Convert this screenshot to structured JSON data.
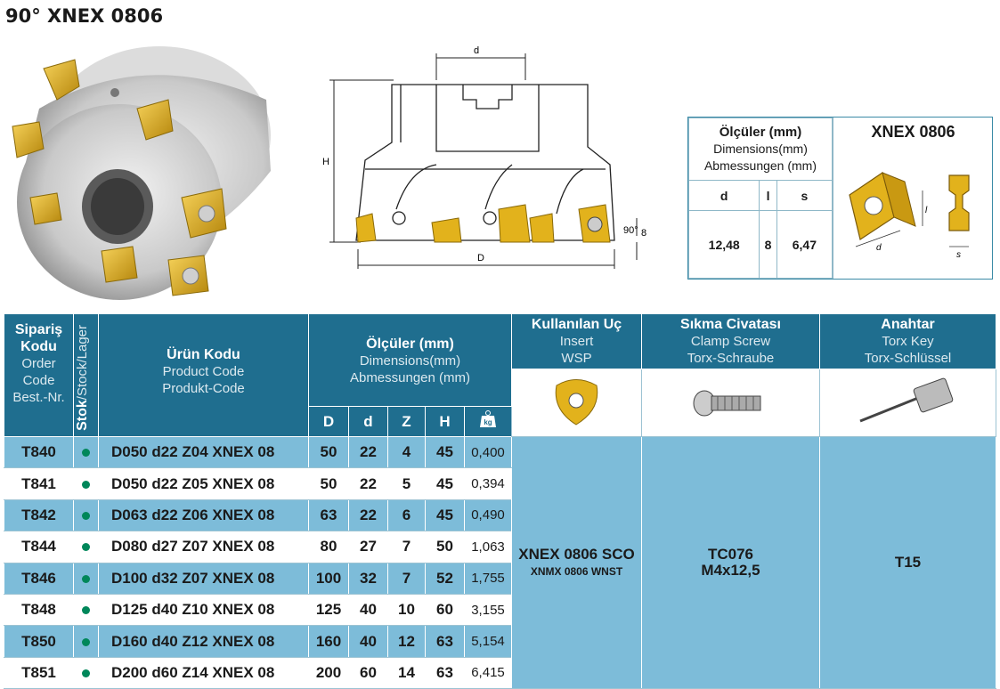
{
  "title": "90° XNEX 0806",
  "drawing_labels": {
    "d": "d",
    "H": "H",
    "D": "D",
    "angle": "90°",
    "eight": "8"
  },
  "dims_box": {
    "header_tr": "Ölçüler (mm)",
    "header_en": "Dimensions(mm)",
    "header_de": "Abmessungen (mm)",
    "cols": [
      "d",
      "l",
      "s"
    ],
    "values": [
      "12,48",
      "8",
      "6,47"
    ],
    "insert_title": "XNEX 0806",
    "insert_labels": {
      "d": "d",
      "l": "l",
      "s": "s"
    }
  },
  "table_header": {
    "order_tr": "Sipariş Kodu",
    "order_en": "Order Code",
    "order_de": "Best.-Nr.",
    "stock_tr": "Stok",
    "stock_rest": "/Stock/Lager",
    "product_tr": "Ürün Kodu",
    "product_en": "Product Code",
    "product_de": "Produkt-Code",
    "dims_tr": "Ölçüler (mm)",
    "dims_en": "Dimensions(mm)",
    "dims_de": "Abmessungen (mm)",
    "dim_cols": [
      "D",
      "d",
      "Z",
      "H"
    ],
    "weight_icon_label": "kg",
    "insert_tr": "Kullanılan Uç",
    "insert_en": "Insert",
    "insert_de": "WSP",
    "screw_tr": "Sıkma Civatası",
    "screw_en": "Clamp Screw",
    "screw_de": "Torx-Schraube",
    "key_tr": "Anahtar",
    "key_en": "Torx Key",
    "key_de": "Torx-Schlüssel"
  },
  "rows": [
    {
      "order": "T840",
      "code": "D050 d22 Z04 XNEX 08",
      "D": "50",
      "d": "22",
      "Z": "4",
      "H": "45",
      "w": "0,400"
    },
    {
      "order": "T841",
      "code": "D050 d22 Z05 XNEX 08",
      "D": "50",
      "d": "22",
      "Z": "5",
      "H": "45",
      "w": "0,394"
    },
    {
      "order": "T842",
      "code": "D063 d22 Z06 XNEX 08",
      "D": "63",
      "d": "22",
      "Z": "6",
      "H": "45",
      "w": "0,490"
    },
    {
      "order": "T844",
      "code": "D080 d27 Z07 XNEX 08",
      "D": "80",
      "d": "27",
      "Z": "7",
      "H": "50",
      "w": "1,063"
    },
    {
      "order": "T846",
      "code": "D100 d32 Z07 XNEX 08",
      "D": "100",
      "d": "32",
      "Z": "7",
      "H": "52",
      "w": "1,755"
    },
    {
      "order": "T848",
      "code": "D125 d40 Z10 XNEX 08",
      "D": "125",
      "d": "40",
      "Z": "10",
      "H": "60",
      "w": "3,155"
    },
    {
      "order": "T850",
      "code": "D160 d40 Z12 XNEX 08",
      "D": "160",
      "d": "40",
      "Z": "12",
      "H": "63",
      "w": "5,154"
    },
    {
      "order": "T851",
      "code": "D200 d60 Z14 XNEX 08",
      "D": "200",
      "d": "60",
      "Z": "14",
      "H": "63",
      "w": "6,415"
    }
  ],
  "accessories": {
    "insert_1": "XNEX 0806 SCO",
    "insert_2": "XNMX 0806 WNST",
    "screw_1": "TC076",
    "screw_2": "M4x12,5",
    "key": "T15"
  },
  "colors": {
    "header": "#1f6e8f",
    "row_blue": "#7dbcd9",
    "insert_gold": "#e2b21c",
    "stock_dot": "#00875a"
  }
}
